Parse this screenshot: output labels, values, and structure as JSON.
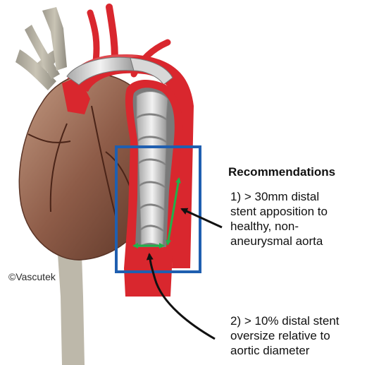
{
  "copyright": "©Vascutek",
  "recommendations": {
    "heading": "Recommendations",
    "item_1_lines": [
      "1) > 30mm distal",
      "stent apposition to",
      "healthy, non-",
      "aneurysmal aorta"
    ],
    "item_2_lines": [
      "2) > 10% distal stent",
      "oversize relative to",
      "aortic diameter"
    ]
  },
  "colors": {
    "focus_box": "#1f5fb0",
    "measure_arrows": "#22b04a",
    "aorta": "#d9272e",
    "stent_graft": "#c9c9c9",
    "heart": "#8a5a48",
    "pointer_arrows": "#111111"
  }
}
